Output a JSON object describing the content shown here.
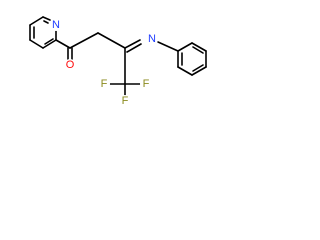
{
  "molecule": {
    "atoms": {
      "pyridine_n": {
        "symbol": "N",
        "color": "#1f3dff"
      },
      "ketone_o": {
        "symbol": "O",
        "color": "#ff0d0d"
      },
      "imine_n": {
        "symbol": "N",
        "color": "#1f3dff"
      },
      "fluorine_1": {
        "symbol": "F",
        "color": "#8a8a1e"
      },
      "fluorine_2": {
        "symbol": "F",
        "color": "#8a8a1e"
      },
      "fluorine_3": {
        "symbol": "F",
        "color": "#8a8a1e"
      }
    },
    "bond_color": "#000000"
  }
}
